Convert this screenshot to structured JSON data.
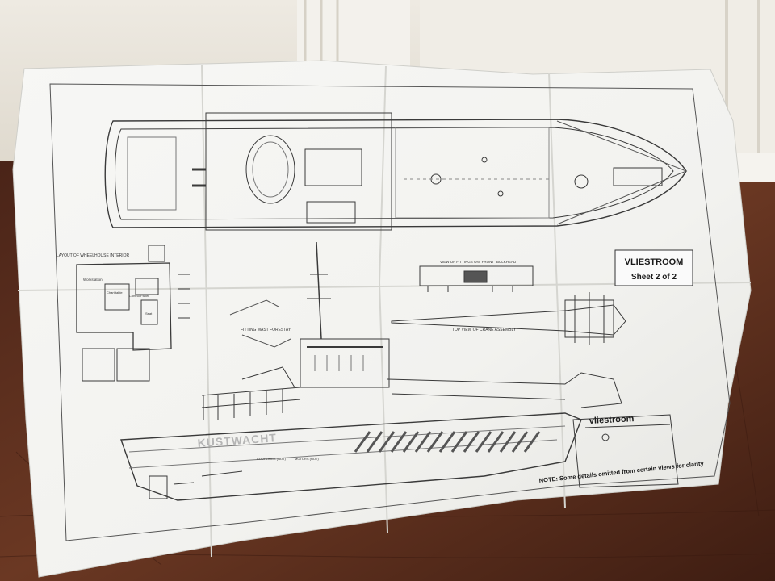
{
  "plan": {
    "title": "VLIESTROOM",
    "sheet": "Sheet 2 of 2",
    "hull_text": "KUSTWACHT",
    "note": "NOTE: Some details omitted from certain views for clarity",
    "stern_name": "vliestroom",
    "wheelhouse_label": "LAYOUT OF WHEELHOUSE INTERIOR",
    "crane_label": "TOP VIEW OF CRANE ASSEMBLY",
    "mast_label": "FITTING MAST FORESTAY",
    "fittings_label": "VIEW OF FITTINGS ON \"FRONT\" BULKHEAD",
    "workstation_label": "Workstation",
    "chart_table_label": "Chart table",
    "control_panel_label": "Control Panel",
    "seat_label": "Seat",
    "couplings_label": "COUPLINGS (NOT)",
    "motors_label": "MOTORS (NOT)"
  },
  "colors": {
    "paper": "#f4f4f2",
    "floor": "#5a2f1e",
    "wall": "#ece8df",
    "line": "#3a3a3a"
  }
}
